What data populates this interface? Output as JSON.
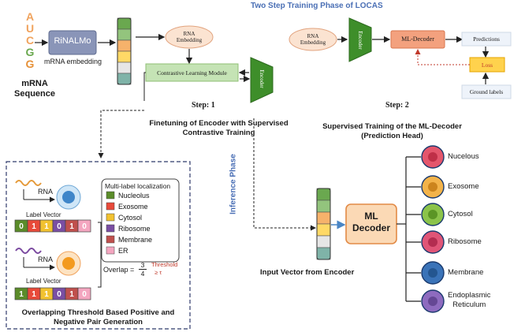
{
  "title": "Two Step Training Phase of LOCAS",
  "sequence": {
    "letters": [
      "A",
      "U",
      "C",
      "G",
      "G"
    ],
    "letter_colors": [
      "#f0a35e",
      "#f0a35e",
      "#f0a35e",
      "#6aa84f",
      "#e69138"
    ],
    "label_line1": "mRNA",
    "label_line2": "Sequence"
  },
  "rinalmo": {
    "label": "RiNALMo",
    "caption": "mRNA embedding"
  },
  "vector_colors": [
    "#6aa84f",
    "#93c47d",
    "#f6b26b",
    "#ffd966",
    "#e6e6e6",
    "#7fb3a8"
  ],
  "step1": {
    "rna_embedding": "RNA\nEmbedding",
    "contrastive": "Contrastive Learning Module",
    "encoder": "Encoder",
    "step_label": "Step: 1",
    "caption_line1": "Finetuning of Encoder with Supervised",
    "caption_line2": "Contrastive Training"
  },
  "step2": {
    "rna_embedding": "RNA\nEmbedding",
    "encoder": "Encoder",
    "ml_decoder": "ML-Decoder",
    "predictions": "Predictions",
    "loss": "Loss",
    "ground_labels": "Ground labels",
    "step_label": "Step: 2",
    "caption_line1": "Supervised Training of the ML-Decoder",
    "caption_line2": "(Prediction Head)"
  },
  "inference": {
    "phase_label": "Inference Phase",
    "input_caption": "Input Vector from Encoder",
    "decoder_line1": "ML",
    "decoder_line2": "Decoder",
    "outputs": [
      "Nucelous",
      "Exosome",
      "Cytosol",
      "Ribosome",
      "Membrane",
      "Endoplasmic\nReticulum"
    ]
  },
  "pair_panel": {
    "rna_label_1": "RNA",
    "rna_label_2": "RNA",
    "label_vector_1": "Label Vector",
    "label_vector_2": "Label Vector",
    "vector_1": [
      "0",
      "1",
      "1",
      "0",
      "1",
      "0"
    ],
    "vector_2": [
      "1",
      "1",
      "1",
      "0",
      "1",
      "0"
    ],
    "legend_title": "Multi-label localization",
    "legend": [
      {
        "name": "Nucleolus",
        "color": "#5b8c2a"
      },
      {
        "name": "Exosome",
        "color": "#e84a3a"
      },
      {
        "name": "Cytosol",
        "color": "#f2c230"
      },
      {
        "name": "Ribosome",
        "color": "#7a4ea3"
      },
      {
        "name": "Membrane",
        "color": "#c0504d"
      },
      {
        "name": "ER",
        "color": "#f4a6c0"
      }
    ],
    "overlap_label": "Overlap =",
    "overlap_num": "3",
    "overlap_den": "4",
    "threshold_label": "Threshold",
    "threshold_rel": "≥ τ",
    "caption_line1": "Overlapping Threshold Based Positive and",
    "caption_line2": "Negative Pair Generation"
  }
}
